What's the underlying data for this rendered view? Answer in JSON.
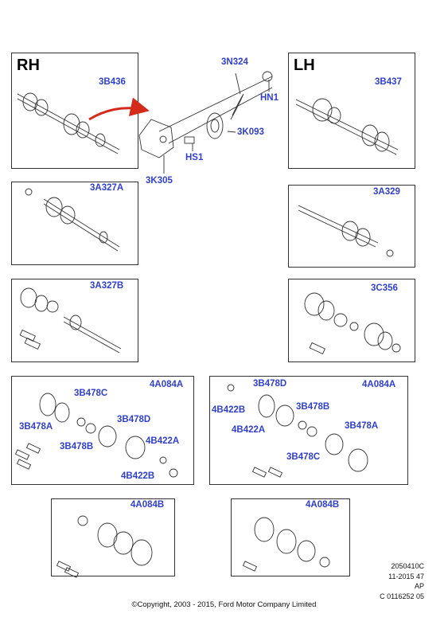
{
  "sides": {
    "rh": "RH",
    "lh": "LH"
  },
  "parts": {
    "p3B436": "3B436",
    "p3N324": "3N324",
    "pHN1": "HN1",
    "p3K093": "3K093",
    "pHS1": "HS1",
    "p3K305": "3K305",
    "p3B437": "3B437",
    "p3A327A": "3A327A",
    "p3A329": "3A329",
    "p3A327B": "3A327B",
    "p3C356": "3C356",
    "p4A084A_l": "4A084A",
    "p4A084A_r": "4A084A",
    "p3B478C_l": "3B478C",
    "p3B478A_l": "3B478A",
    "p3B478D_l": "3B478D",
    "p3B478B_l": "3B478B",
    "p4B422A_l": "4B422A",
    "p4B422B_l": "4B422B",
    "p3B478D_r": "3B478D",
    "p4B422B_r": "4B422B",
    "p3B478B_r": "3B478B",
    "p4B422A_r": "4B422A",
    "p3B478A_r": "3B478A",
    "p3B478C_r": "3B478C",
    "p4A084B_l": "4A084B",
    "p4A084B_r": "4A084B"
  },
  "meta": {
    "line1": "2050410C",
    "line2": "11-2015 47",
    "line3": "AP",
    "line4": "C 0116252 05"
  },
  "copyright": "©Copyright, 2003 - 2015, Ford Motor Company Limited",
  "colors": {
    "label_blue": "#2f3fd0",
    "arrow_red": "#d42a1a",
    "line": "#333333"
  }
}
